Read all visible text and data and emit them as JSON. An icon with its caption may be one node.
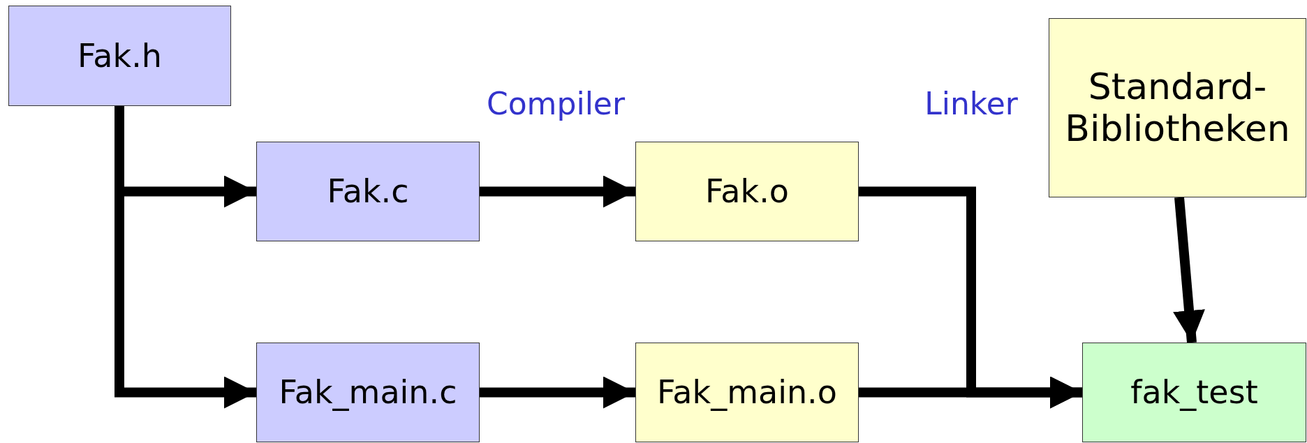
{
  "diagram": {
    "nodes": [
      {
        "text": [
          "Fak.h"
        ]
      },
      {
        "text": [
          "Fak.c"
        ]
      },
      {
        "text": [
          "Fak.o"
        ]
      },
      {
        "text": [
          "Standard-Bibliotheken"
        ]
      },
      {
        "text": [
          "Fak_main.c"
        ]
      },
      {
        "text": [
          "Fak_main.o"
        ]
      },
      {
        "text": [
          "fak_test"
        ]
      }
    ],
    "edges": [
      {
        "from": 0,
        "to": 1,
        "arrow": "to"
      },
      {
        "from": 0,
        "to": 4,
        "arrow": "to"
      },
      {
        "from": 1,
        "to": 2,
        "arrow": "to"
      },
      {
        "from": 4,
        "to": 5,
        "arrow": "to"
      },
      {
        "from": 2,
        "to": 6,
        "arrow": "to"
      },
      {
        "from": 5,
        "to": 6,
        "arrow": "to"
      },
      {
        "from": 3,
        "to": 6,
        "arrow": "to"
      }
    ],
    "labels": [
      "Compiler",
      "Linker"
    ]
  }
}
